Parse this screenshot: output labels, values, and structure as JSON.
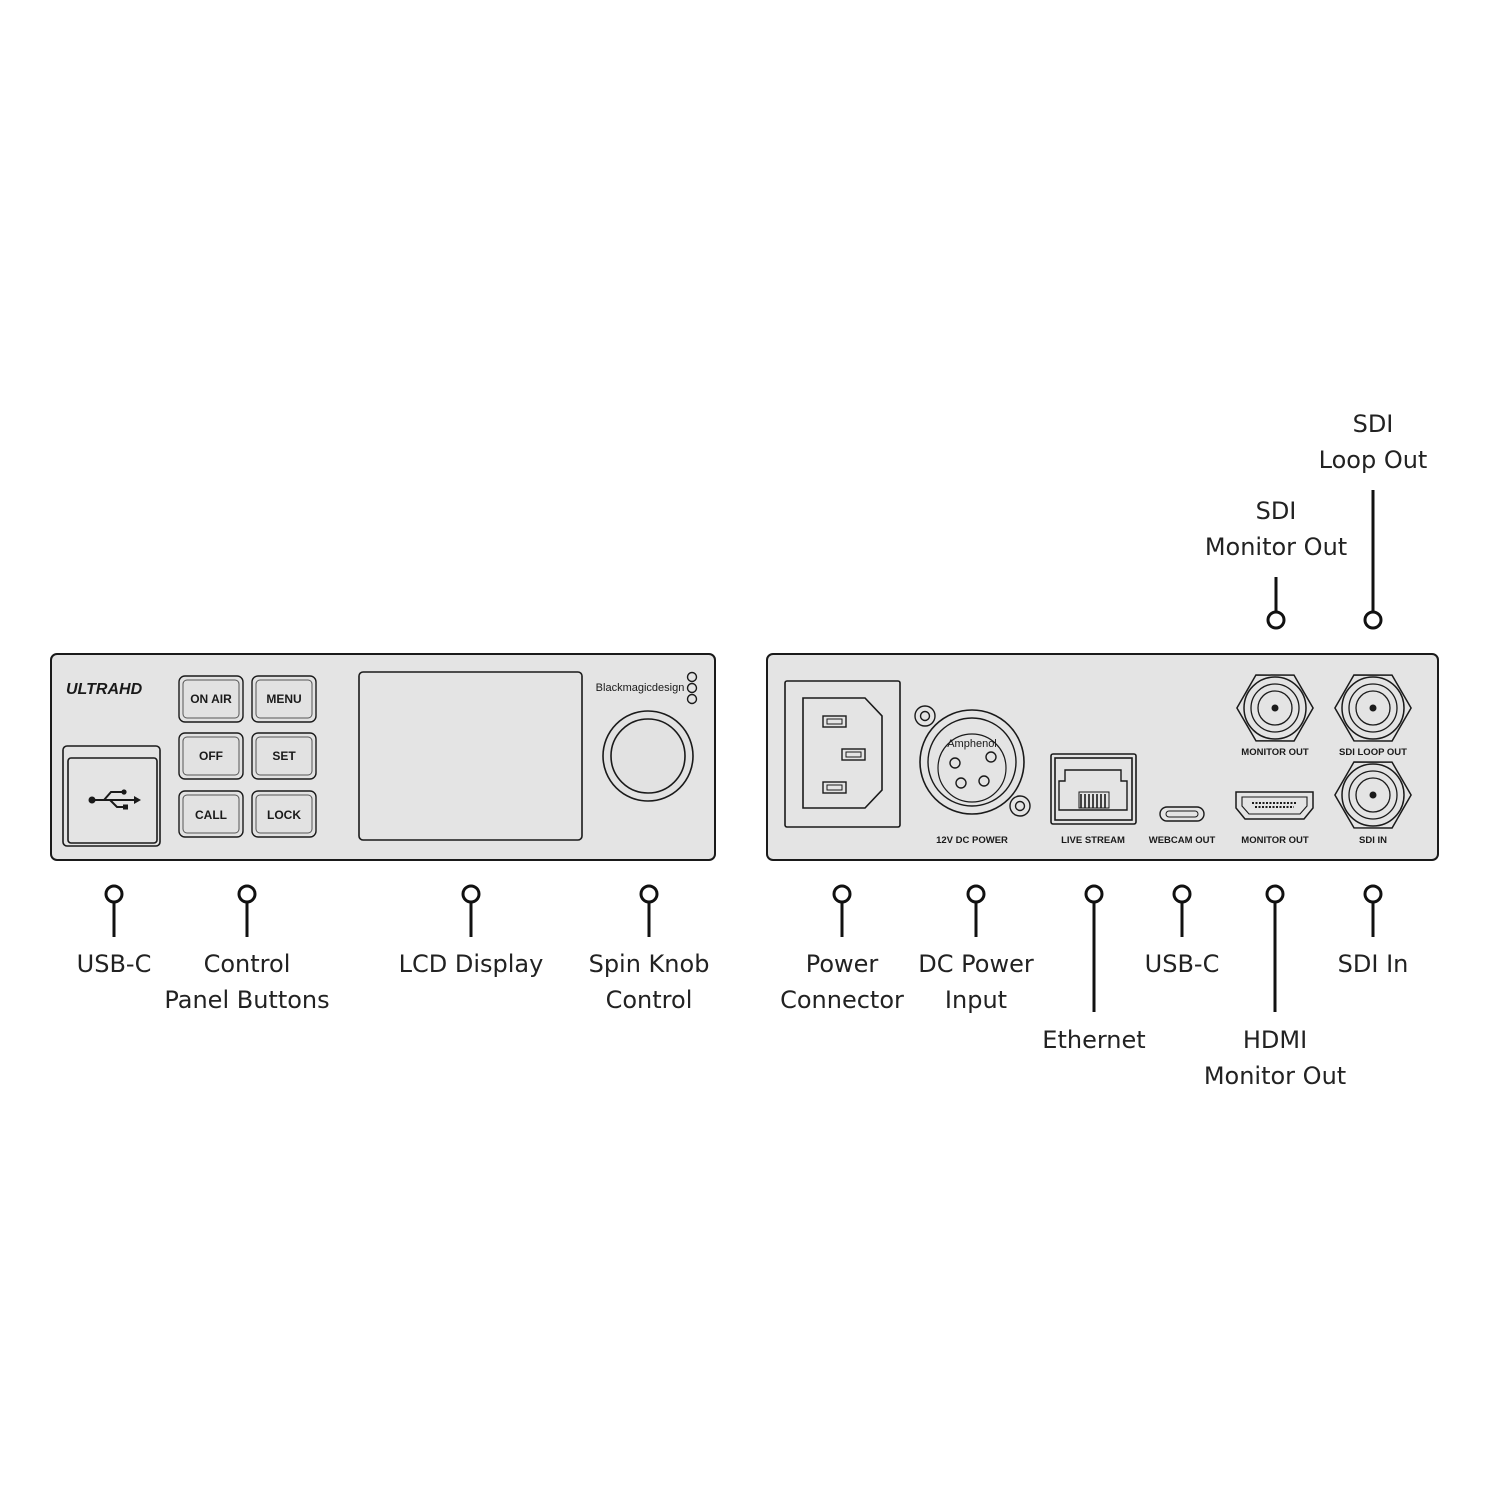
{
  "front_panel": {
    "logo": "ULTRAHD",
    "brand": "Blackmagicdesign",
    "buttons": {
      "on_air": "ON AIR",
      "menu": "MENU",
      "off": "OFF",
      "set": "SET",
      "call": "CALL",
      "lock": "LOCK"
    }
  },
  "rear_panel": {
    "xlr_brand": "Amphenol",
    "port_labels": {
      "dc_power": "12V DC POWER",
      "live_stream": "LIVE STREAM",
      "webcam_out": "WEBCAM OUT",
      "hdmi_monitor_out": "MONITOR OUT",
      "sdi_monitor_out": "MONITOR OUT",
      "sdi_loop_out": "SDI LOOP OUT",
      "sdi_in": "SDI IN"
    }
  },
  "callouts": {
    "usb_c_front": [
      "USB-C"
    ],
    "control_panel_buttons": [
      "Control",
      "Panel Buttons"
    ],
    "lcd_display": [
      "LCD Display"
    ],
    "spin_knob_control": [
      "Spin Knob",
      "Control"
    ],
    "power_connector": [
      "Power",
      "Connector"
    ],
    "dc_power_input": [
      "DC Power",
      "Input"
    ],
    "ethernet": [
      "Ethernet"
    ],
    "usb_c_rear": [
      "USB-C"
    ],
    "hdmi_monitor_out": [
      "HDMI",
      "Monitor Out"
    ],
    "sdi_in": [
      "SDI In"
    ],
    "sdi_monitor_out": [
      "SDI",
      "Monitor Out"
    ],
    "sdi_loop_out": [
      "SDI",
      "Loop Out"
    ]
  }
}
